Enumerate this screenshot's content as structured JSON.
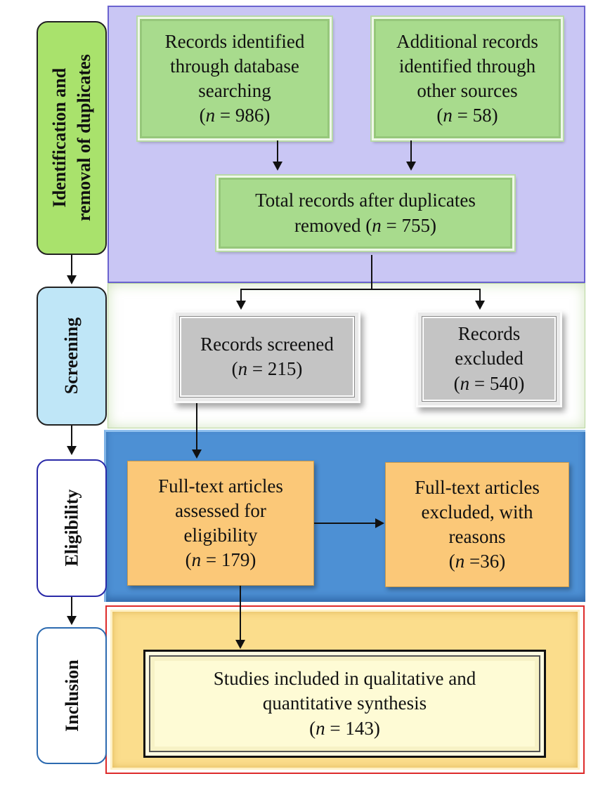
{
  "stages": {
    "identification": [
      "Identification and",
      "removal of duplicates"
    ],
    "screening": "Screening",
    "eligibility": "Eligibility",
    "inclusion": "Inclusion"
  },
  "boxes": {
    "db_search": {
      "lines": [
        "Records identified",
        "through database",
        "searching"
      ],
      "n_prefix": "(",
      "n_var": "n",
      "n_value": " = 986)"
    },
    "other_sources": {
      "lines": [
        "Additional records",
        "identified through",
        "other sources"
      ],
      "n_prefix": "(",
      "n_var": "n",
      "n_value": " = 58)"
    },
    "after_duplicates": {
      "lines": [
        "Total records after duplicates"
      ],
      "tail": "removed (",
      "n_var": "n",
      "n_value": " = 755)"
    },
    "screened": {
      "lines": [
        "Records screened"
      ],
      "n_prefix": "(",
      "n_var": "n",
      "n_value": " = 215)"
    },
    "excluded": {
      "lines": [
        "Records",
        "excluded"
      ],
      "n_prefix": "(",
      "n_var": "n",
      "n_value": " = 540)"
    },
    "fulltext_assessed": {
      "lines": [
        "Full-text articles",
        "assessed for",
        "eligibility"
      ],
      "n_prefix": "(",
      "n_var": "n",
      "n_value": " = 179)"
    },
    "fulltext_excluded": {
      "lines": [
        "Full-text articles",
        "excluded, with",
        "reasons"
      ],
      "n_prefix": "(",
      "n_var": "n",
      "n_value": " =36)"
    },
    "included": {
      "lines": [
        "Studies included in qualitative and",
        "quantitative synthesis"
      ],
      "n_prefix": "(",
      "n_var": "n",
      "n_value": " = 143)"
    }
  },
  "colors": {
    "identification_band": "#c9c6f4",
    "eligibility_band": "#4d90d4",
    "inclusion_band": "#fbdd8c",
    "green_box": "#a8db8d",
    "gray_box": "#c4c4c4",
    "orange_box": "#fbc878"
  }
}
